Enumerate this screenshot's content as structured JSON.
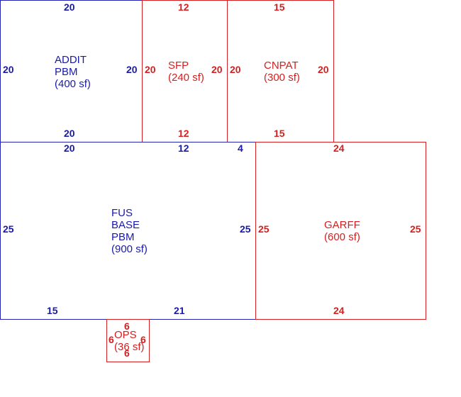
{
  "colors": {
    "blue": "#2424b0",
    "red": "#d42020"
  },
  "rooms": {
    "addit": {
      "label": [
        "ADDIT",
        "PBM",
        "(400 sf)"
      ],
      "dims": {
        "top": "20",
        "bottom": "20",
        "left": "20",
        "right": "20"
      }
    },
    "sfp": {
      "label": [
        "SFP",
        "(240 sf)"
      ],
      "dims": {
        "top": "12",
        "bottom": "12",
        "left": "20",
        "right": "20"
      }
    },
    "cnpat": {
      "label": [
        "CNPAT",
        "(300 sf)"
      ],
      "dims": {
        "top": "15",
        "bottom": "15",
        "left": "20",
        "right": "20"
      }
    },
    "fus": {
      "label": [
        "FUS",
        "BASE",
        "PBM",
        "(900 sf)"
      ],
      "dims": {
        "top_left": "20",
        "top_mid": "12",
        "top_right": "4",
        "left": "25",
        "right": "25",
        "bottom_left": "15",
        "bottom_right": "21"
      }
    },
    "garff": {
      "label": [
        "GARFF",
        "(600 sf)"
      ],
      "dims": {
        "top": "24",
        "bottom": "24",
        "left": "25",
        "right": "25"
      }
    },
    "ops": {
      "label": [
        "OPS",
        "(36 sf)"
      ],
      "dims": {
        "top": "6",
        "bottom": "6",
        "left": "6",
        "right": "6"
      }
    }
  }
}
